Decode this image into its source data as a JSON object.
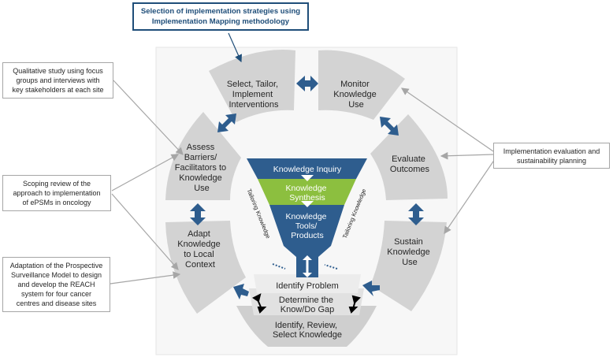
{
  "callouts": {
    "top": "Selection of implementation strategies using\nImplementation Mapping methodology",
    "qualitative": "Qualitative study using focus\ngroups and interviews with\nkey stakeholders at each site",
    "scoping": "Scoping review of the\napproach to implementation\nof ePSMs in oncology",
    "adaptation": "Adaptation of the Prospective\nSurveillance Model to design\nand develop the REACH\nsystem for four cancer\ncentres and disease sites",
    "evaluation": "Implementation evaluation and\nsustainability planning"
  },
  "cycle": {
    "select": [
      "Select, Tailor,",
      "Implement",
      "Interventions"
    ],
    "monitor": [
      "Monitor",
      "Knowledge",
      "Use"
    ],
    "evaluate": [
      "Evaluate",
      "Outcomes"
    ],
    "sustain": [
      "Sustain",
      "Knowledge",
      "Use"
    ],
    "adapt": [
      "Adapt",
      "Knowledge",
      "to Local",
      "Context"
    ],
    "assess": [
      "Assess",
      "Barriers/",
      "Facilitators to",
      "Knowledge",
      "Use"
    ]
  },
  "funnel": {
    "inquiry": "Knowledge Inquiry",
    "synthesis": [
      "Knowledge",
      "Synthesis"
    ],
    "tools": [
      "Knowledge",
      "Tools/",
      "Products"
    ],
    "tailoring_left": "Tailoring Knowledge",
    "tailoring_right": "Tailoring Knowledge"
  },
  "bottom": {
    "identify_problem": "Identify Problem",
    "gap": [
      "Determine the",
      "Know/Do Gap"
    ],
    "review": [
      "Identify, Review,",
      "Select Knowledge"
    ]
  },
  "colors": {
    "segment": "#d3d3d3",
    "dark_blue": "#2e5d8e",
    "green": "#8cbf3f",
    "callout_border": "#1f4e79",
    "connector": "#a6a6a6"
  }
}
